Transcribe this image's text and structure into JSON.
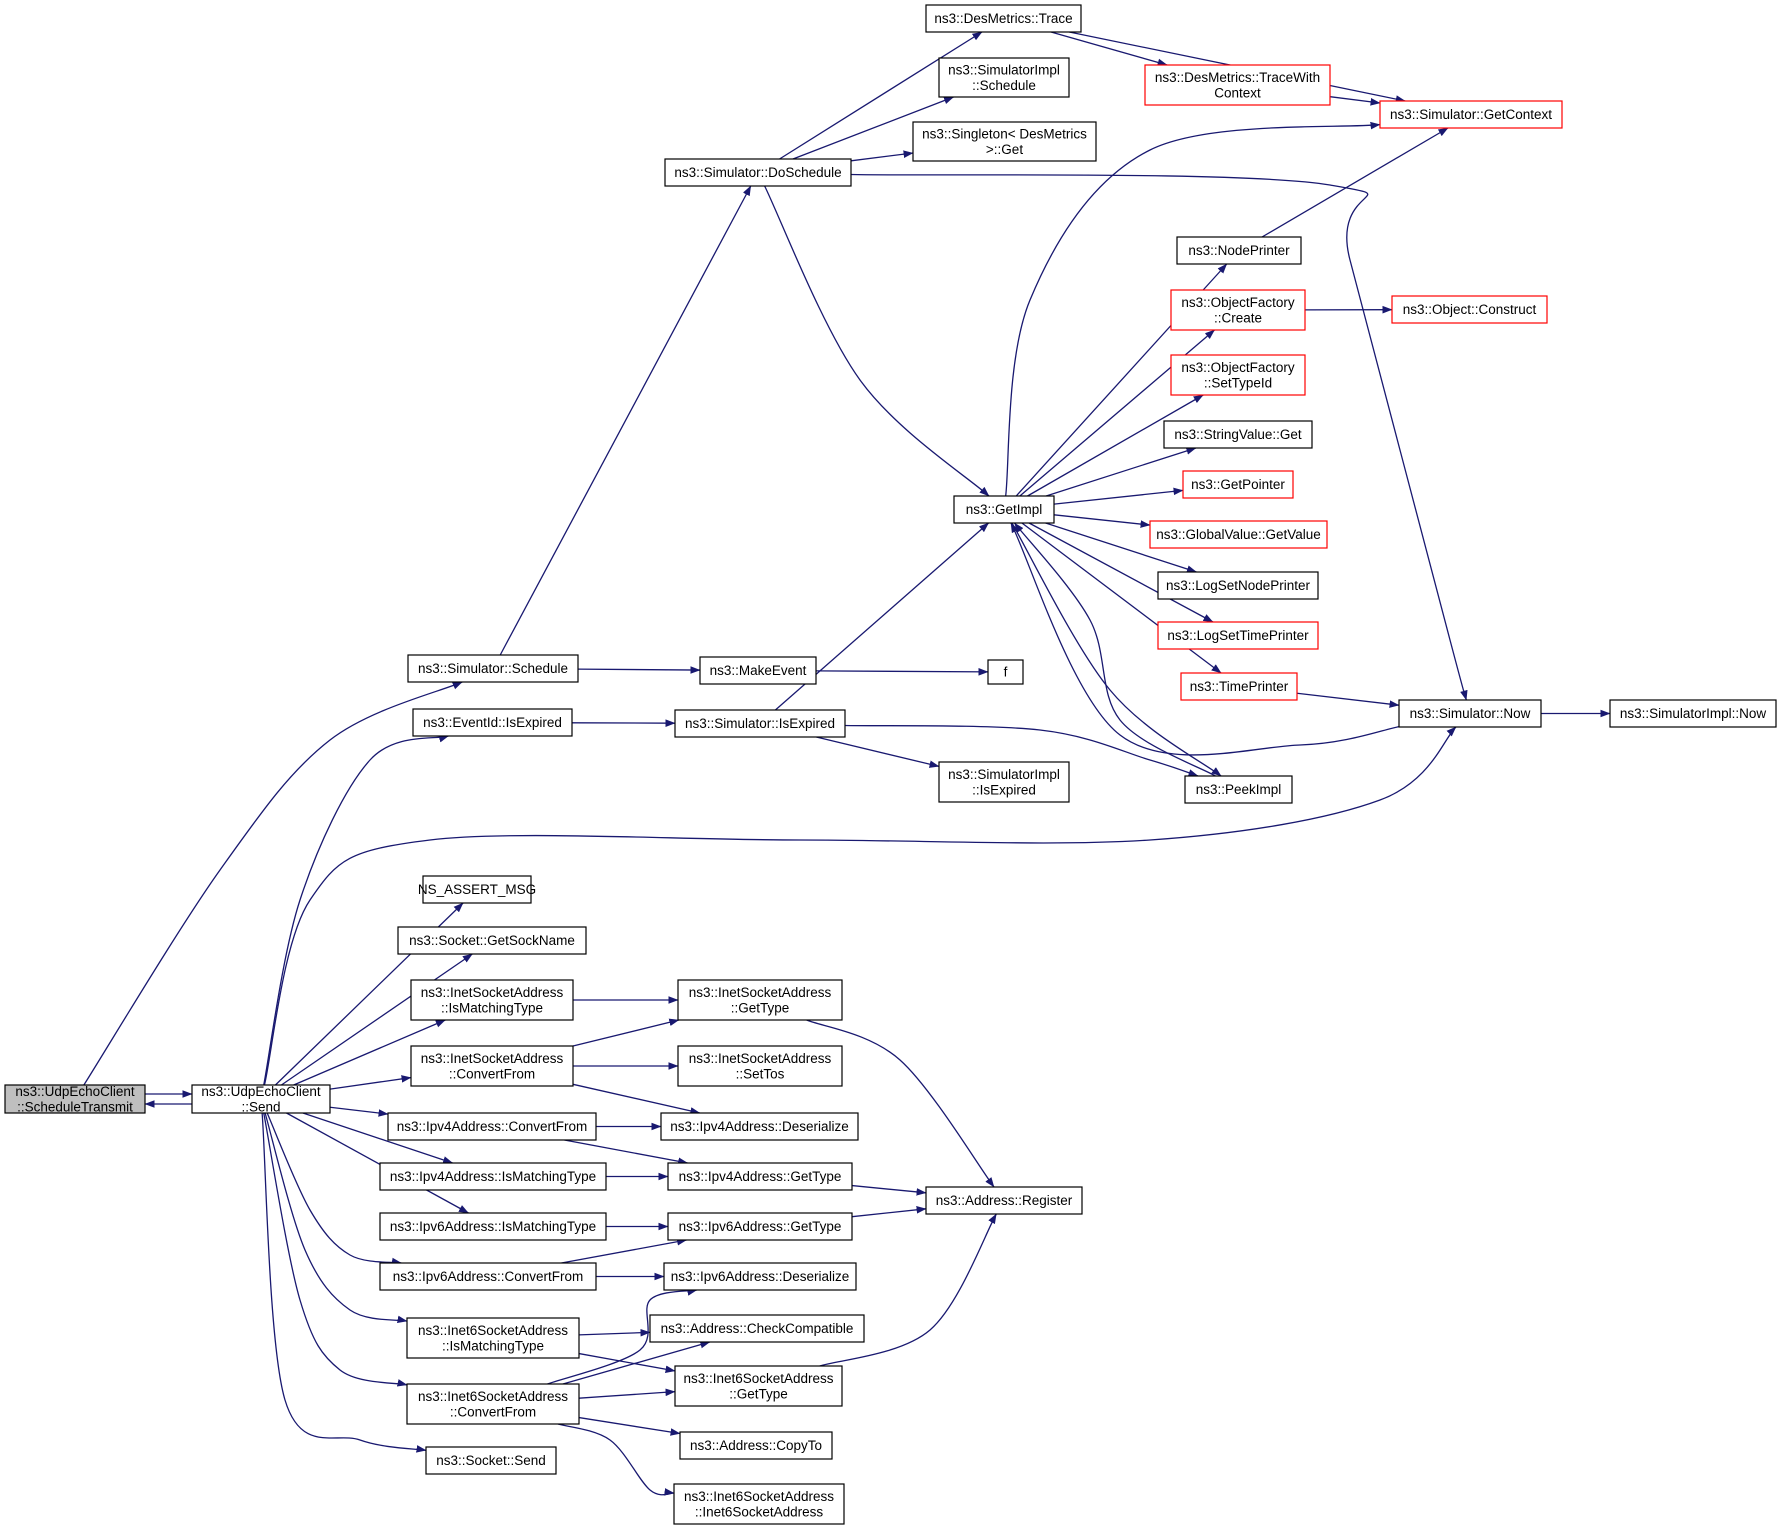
{
  "colors": {
    "edge": "#191970",
    "border": "#000000",
    "truncated_border": "#ff0000",
    "root_fill": "#bfbfbf",
    "node_fill": "#ffffff"
  },
  "nodes": [
    {
      "id": "root",
      "lines": [
        "ns3::UdpEchoClient",
        "::ScheduleTransmit"
      ],
      "style": "root"
    },
    {
      "id": "send",
      "lines": [
        "ns3::UdpEchoClient",
        "::Send"
      ],
      "style": "normal"
    },
    {
      "id": "sim_schedule",
      "lines": [
        "ns3::Simulator::Schedule"
      ],
      "style": "normal"
    },
    {
      "id": "doschedule",
      "lines": [
        "ns3::Simulator::DoSchedule"
      ],
      "style": "normal"
    },
    {
      "id": "desmetrics_trace",
      "lines": [
        "ns3::DesMetrics::Trace"
      ],
      "style": "normal"
    },
    {
      "id": "simimpl_schedule",
      "lines": [
        "ns3::SimulatorImpl",
        "::Schedule"
      ],
      "style": "normal"
    },
    {
      "id": "singleton_get",
      "lines": [
        "ns3::Singleton< DesMetrics",
        " >::Get"
      ],
      "style": "normal"
    },
    {
      "id": "tracewithcontext",
      "lines": [
        "ns3::DesMetrics::TraceWith",
        "Context"
      ],
      "style": "red"
    },
    {
      "id": "getcontext",
      "lines": [
        "ns3::Simulator::GetContext"
      ],
      "style": "red"
    },
    {
      "id": "getimpl",
      "lines": [
        "ns3::GetImpl"
      ],
      "style": "normal"
    },
    {
      "id": "nodeprinter",
      "lines": [
        "ns3::NodePrinter"
      ],
      "style": "normal"
    },
    {
      "id": "of_create",
      "lines": [
        "ns3::ObjectFactory",
        "::Create"
      ],
      "style": "red"
    },
    {
      "id": "obj_construct",
      "lines": [
        "ns3::Object::Construct"
      ],
      "style": "red"
    },
    {
      "id": "of_settypeid",
      "lines": [
        "ns3::ObjectFactory",
        "::SetTypeId"
      ],
      "style": "red"
    },
    {
      "id": "stringvalue_get",
      "lines": [
        "ns3::StringValue::Get"
      ],
      "style": "normal"
    },
    {
      "id": "getpointer",
      "lines": [
        "ns3::GetPointer"
      ],
      "style": "red"
    },
    {
      "id": "globalvalue_getvalue",
      "lines": [
        "ns3::GlobalValue::GetValue"
      ],
      "style": "red"
    },
    {
      "id": "logsetnodeprinter",
      "lines": [
        "ns3::LogSetNodePrinter"
      ],
      "style": "normal"
    },
    {
      "id": "logsettimeprinter",
      "lines": [
        "ns3::LogSetTimePrinter"
      ],
      "style": "red"
    },
    {
      "id": "makeevent",
      "lines": [
        "ns3::MakeEvent"
      ],
      "style": "normal"
    },
    {
      "id": "f",
      "lines": [
        "f"
      ],
      "style": "normal"
    },
    {
      "id": "timeprinter",
      "lines": [
        "ns3::TimePrinter"
      ],
      "style": "red"
    },
    {
      "id": "sim_now",
      "lines": [
        "ns3::Simulator::Now"
      ],
      "style": "normal"
    },
    {
      "id": "simimpl_now",
      "lines": [
        "ns3::SimulatorImpl::Now"
      ],
      "style": "normal"
    },
    {
      "id": "eventid_isexpired",
      "lines": [
        "ns3::EventId::IsExpired"
      ],
      "style": "normal"
    },
    {
      "id": "sim_isexpired",
      "lines": [
        "ns3::Simulator::IsExpired"
      ],
      "style": "normal"
    },
    {
      "id": "simimpl_isexpired",
      "lines": [
        "ns3::SimulatorImpl",
        "::IsExpired"
      ],
      "style": "normal"
    },
    {
      "id": "peekimpl",
      "lines": [
        "ns3::PeekImpl"
      ],
      "style": "normal"
    },
    {
      "id": "ns_assert_msg",
      "lines": [
        "NS_ASSERT_MSG"
      ],
      "style": "normal"
    },
    {
      "id": "socket_getsockname",
      "lines": [
        "ns3::Socket::GetSockName"
      ],
      "style": "normal"
    },
    {
      "id": "inet_ismatchingtype",
      "lines": [
        "ns3::InetSocketAddress",
        "::IsMatchingType"
      ],
      "style": "normal"
    },
    {
      "id": "inet_gettype",
      "lines": [
        "ns3::InetSocketAddress",
        "::GetType"
      ],
      "style": "normal"
    },
    {
      "id": "inet_convertfrom",
      "lines": [
        "ns3::InetSocketAddress",
        "::ConvertFrom"
      ],
      "style": "normal"
    },
    {
      "id": "inet_settos",
      "lines": [
        "ns3::InetSocketAddress",
        "::SetTos"
      ],
      "style": "normal"
    },
    {
      "id": "ipv4_convertfrom",
      "lines": [
        "ns3::Ipv4Address::ConvertFrom"
      ],
      "style": "normal"
    },
    {
      "id": "ipv4_deserialize",
      "lines": [
        "ns3::Ipv4Address::Deserialize"
      ],
      "style": "normal"
    },
    {
      "id": "ipv4_ismatchingtype",
      "lines": [
        "ns3::Ipv4Address::IsMatchingType"
      ],
      "style": "normal"
    },
    {
      "id": "ipv4_gettype",
      "lines": [
        "ns3::Ipv4Address::GetType"
      ],
      "style": "normal"
    },
    {
      "id": "address_register",
      "lines": [
        "ns3::Address::Register"
      ],
      "style": "normal"
    },
    {
      "id": "ipv6_ismatchingtype",
      "lines": [
        "ns3::Ipv6Address::IsMatchingType"
      ],
      "style": "normal"
    },
    {
      "id": "ipv6_gettype",
      "lines": [
        "ns3::Ipv6Address::GetType"
      ],
      "style": "normal"
    },
    {
      "id": "ipv6_convertfrom",
      "lines": [
        "ns3::Ipv6Address::ConvertFrom"
      ],
      "style": "normal"
    },
    {
      "id": "ipv6_deserialize",
      "lines": [
        "ns3::Ipv6Address::Deserialize"
      ],
      "style": "normal"
    },
    {
      "id": "inet6_ismatchingtype",
      "lines": [
        "ns3::Inet6SocketAddress",
        "::IsMatchingType"
      ],
      "style": "normal"
    },
    {
      "id": "address_checkcompatible",
      "lines": [
        "ns3::Address::CheckCompatible"
      ],
      "style": "normal"
    },
    {
      "id": "inet6_gettype",
      "lines": [
        "ns3::Inet6SocketAddress",
        "::GetType"
      ],
      "style": "normal"
    },
    {
      "id": "inet6_convertfrom",
      "lines": [
        "ns3::Inet6SocketAddress",
        "::ConvertFrom"
      ],
      "style": "normal"
    },
    {
      "id": "address_copyto",
      "lines": [
        "ns3::Address::CopyTo"
      ],
      "style": "normal"
    },
    {
      "id": "socket_send",
      "lines": [
        "ns3::Socket::Send"
      ],
      "style": "normal"
    },
    {
      "id": "inet6_ctor",
      "lines": [
        "ns3::Inet6SocketAddress",
        "::Inet6SocketAddress"
      ],
      "style": "normal"
    }
  ],
  "edges": [
    [
      "root",
      "send"
    ],
    [
      "send",
      "root"
    ],
    [
      "root",
      "sim_schedule"
    ],
    [
      "sim_schedule",
      "doschedule"
    ],
    [
      "sim_schedule",
      "makeevent"
    ],
    [
      "doschedule",
      "desmetrics_trace"
    ],
    [
      "doschedule",
      "simimpl_schedule"
    ],
    [
      "doschedule",
      "singleton_get"
    ],
    [
      "doschedule",
      "getimpl"
    ],
    [
      "doschedule",
      "sim_now"
    ],
    [
      "desmetrics_trace",
      "tracewithcontext"
    ],
    [
      "desmetrics_trace",
      "getcontext"
    ],
    [
      "tracewithcontext",
      "getcontext"
    ],
    [
      "getimpl",
      "getcontext"
    ],
    [
      "getimpl",
      "nodeprinter"
    ],
    [
      "getimpl",
      "of_create"
    ],
    [
      "getimpl",
      "of_settypeid"
    ],
    [
      "getimpl",
      "stringvalue_get"
    ],
    [
      "getimpl",
      "getpointer"
    ],
    [
      "getimpl",
      "globalvalue_getvalue"
    ],
    [
      "getimpl",
      "logsetnodeprinter"
    ],
    [
      "getimpl",
      "logsettimeprinter"
    ],
    [
      "getimpl",
      "timeprinter"
    ],
    [
      "getimpl",
      "peekimpl"
    ],
    [
      "nodeprinter",
      "getcontext"
    ],
    [
      "of_create",
      "obj_construct"
    ],
    [
      "timeprinter",
      "sim_now"
    ],
    [
      "sim_now",
      "getimpl"
    ],
    [
      "sim_now",
      "simimpl_now"
    ],
    [
      "peekimpl",
      "getimpl"
    ],
    [
      "makeevent",
      "f"
    ],
    [
      "send",
      "eventid_isexpired"
    ],
    [
      "eventid_isexpired",
      "sim_isexpired"
    ],
    [
      "sim_isexpired",
      "getimpl"
    ],
    [
      "sim_isexpired",
      "simimpl_isexpired"
    ],
    [
      "sim_isexpired",
      "peekimpl"
    ],
    [
      "send",
      "sim_now"
    ],
    [
      "send",
      "ns_assert_msg"
    ],
    [
      "send",
      "socket_getsockname"
    ],
    [
      "send",
      "inet_ismatchingtype"
    ],
    [
      "inet_ismatchingtype",
      "inet_gettype"
    ],
    [
      "send",
      "inet_convertfrom"
    ],
    [
      "inet_convertfrom",
      "inet_gettype"
    ],
    [
      "inet_convertfrom",
      "inet_settos"
    ],
    [
      "inet_convertfrom",
      "ipv4_deserialize"
    ],
    [
      "inet_gettype",
      "address_register"
    ],
    [
      "send",
      "ipv4_convertfrom"
    ],
    [
      "ipv4_convertfrom",
      "ipv4_deserialize"
    ],
    [
      "ipv4_convertfrom",
      "ipv4_gettype"
    ],
    [
      "send",
      "ipv4_ismatchingtype"
    ],
    [
      "ipv4_ismatchingtype",
      "ipv4_gettype"
    ],
    [
      "ipv4_gettype",
      "address_register"
    ],
    [
      "send",
      "ipv6_ismatchingtype"
    ],
    [
      "ipv6_ismatchingtype",
      "ipv6_gettype"
    ],
    [
      "ipv6_gettype",
      "address_register"
    ],
    [
      "send",
      "ipv6_convertfrom"
    ],
    [
      "ipv6_convertfrom",
      "ipv6_gettype"
    ],
    [
      "ipv6_convertfrom",
      "ipv6_deserialize"
    ],
    [
      "send",
      "inet6_ismatchingtype"
    ],
    [
      "inet6_ismatchingtype",
      "address_checkcompatible"
    ],
    [
      "inet6_ismatchingtype",
      "inet6_gettype"
    ],
    [
      "send",
      "inet6_convertfrom"
    ],
    [
      "inet6_convertfrom",
      "ipv6_deserialize"
    ],
    [
      "inet6_convertfrom",
      "address_checkcompatible"
    ],
    [
      "inet6_convertfrom",
      "inet6_gettype"
    ],
    [
      "inet6_convertfrom",
      "address_copyto"
    ],
    [
      "inet6_convertfrom",
      "inet6_ctor"
    ],
    [
      "inet6_gettype",
      "address_register"
    ],
    [
      "send",
      "socket_send"
    ]
  ]
}
